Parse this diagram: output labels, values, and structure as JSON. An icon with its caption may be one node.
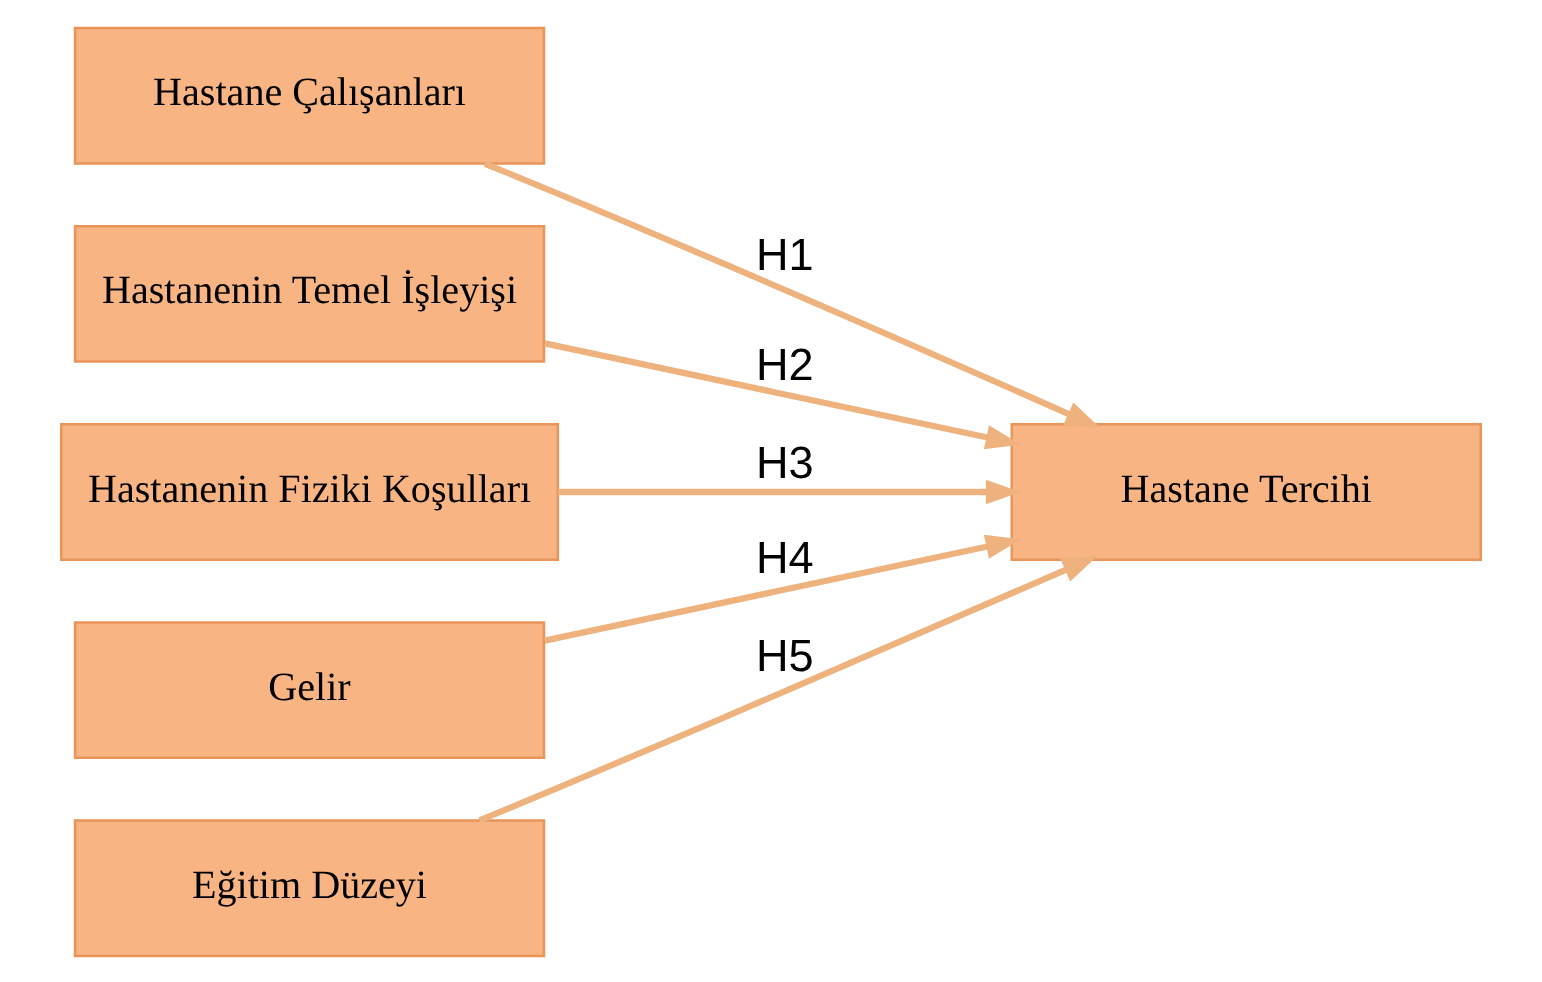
{
  "diagram": {
    "nodes": [
      {
        "text": [
          "Hastane Çalışanları"
        ]
      },
      {
        "text": [
          "Hastanenin Temel İşleyişi"
        ]
      },
      {
        "text": [
          "Hastanenin Fiziki Koşulları"
        ]
      },
      {
        "text": [
          "Gelir"
        ]
      },
      {
        "text": [
          "Eğitim Düzeyi"
        ]
      },
      {
        "text": [
          "Hastane Tercihi"
        ]
      }
    ],
    "edges": [
      {
        "from": 0,
        "to": 5,
        "arrow": "to",
        "label": "H1"
      },
      {
        "from": 1,
        "to": 5,
        "arrow": "to",
        "label": "H2"
      },
      {
        "from": 2,
        "to": 5,
        "arrow": "to",
        "label": "H3"
      },
      {
        "from": 3,
        "to": 5,
        "arrow": "to",
        "label": "H4"
      },
      {
        "from": 4,
        "to": 5,
        "arrow": "to",
        "label": "H5"
      }
    ]
  }
}
